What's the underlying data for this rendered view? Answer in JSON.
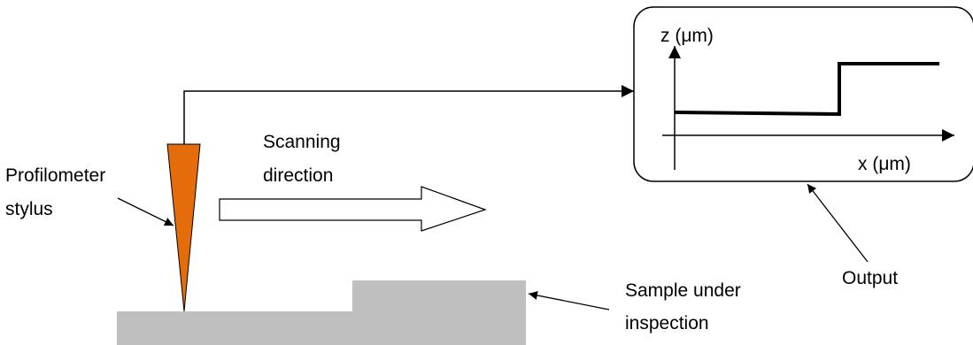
{
  "labels": {
    "stylus_line1": "Profilometer",
    "stylus_line2": "stylus",
    "scan_line1": "Scanning",
    "scan_line2": "direction",
    "sample_line1": "Sample under",
    "sample_line2": "inspection",
    "output": "Output",
    "z_axis": "z (μm)",
    "x_axis": "x (μm)"
  },
  "colors": {
    "stylus": "#e46c0a",
    "sample": "#bfbfbf",
    "line": "#000000",
    "background": "#ffffff"
  }
}
